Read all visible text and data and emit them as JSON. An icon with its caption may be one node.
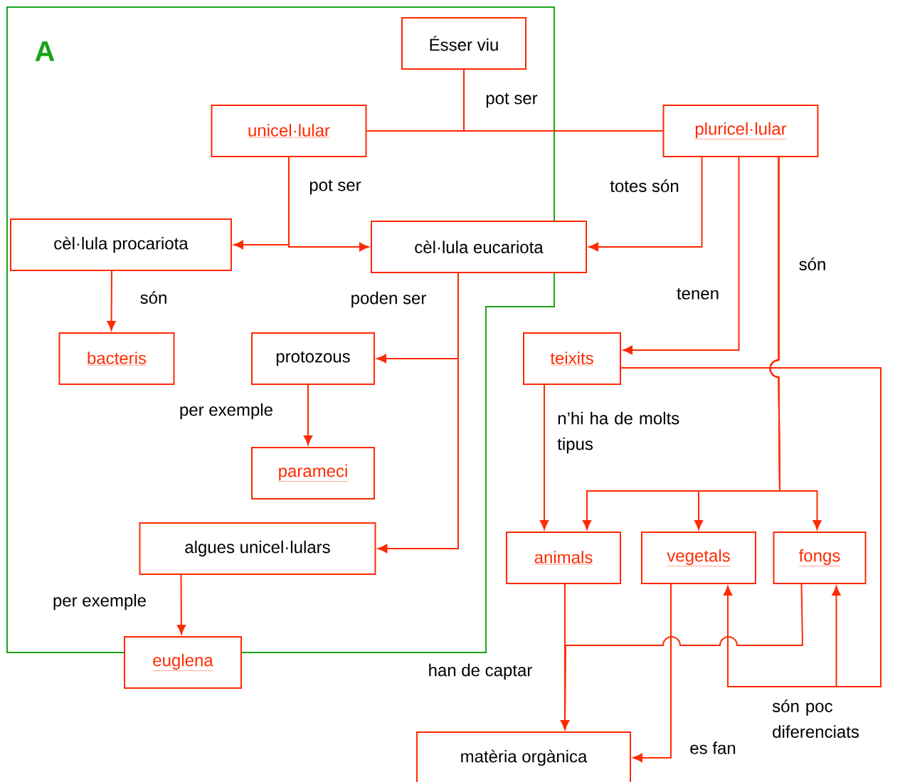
{
  "diagram": {
    "nodes": [
      {
        "text": [
          "Ésser viu"
        ]
      },
      {
        "text": [
          "unicel·lular"
        ]
      },
      {
        "text": [
          "pluricel·lular"
        ]
      },
      {
        "text": [
          "cèl·lula procariota"
        ]
      },
      {
        "text": [
          "cèl·lula eucariota"
        ]
      },
      {
        "text": [
          "bacteris"
        ]
      },
      {
        "text": [
          "protozous"
        ]
      },
      {
        "text": [
          "teixits"
        ]
      },
      {
        "text": [
          "parameci"
        ]
      },
      {
        "text": [
          "algues unicel·lulars"
        ]
      },
      {
        "text": [
          "animals"
        ]
      },
      {
        "text": [
          "vegetals"
        ]
      },
      {
        "text": [
          "fongs"
        ]
      },
      {
        "text": [
          "euglena"
        ]
      },
      {
        "text": [
          "matèria orgànica"
        ]
      }
    ],
    "edges": [
      {
        "from": 0,
        "to": 1,
        "arrow": "none",
        "label": "pot ser"
      },
      {
        "from": 0,
        "to": 2,
        "arrow": "none"
      },
      {
        "from": 1,
        "to": 3,
        "arrow": "to",
        "label": "pot ser"
      },
      {
        "from": 1,
        "to": 4,
        "arrow": "to"
      },
      {
        "from": 2,
        "to": 4,
        "arrow": "to",
        "label": "totes són"
      },
      {
        "from": 2,
        "to": 7,
        "arrow": "to",
        "label": "tenen"
      },
      {
        "from": 2,
        "to": 10,
        "arrow": "to",
        "label": "són"
      },
      {
        "from": 2,
        "to": 11,
        "arrow": "to"
      },
      {
        "from": 2,
        "to": 12,
        "arrow": "to"
      },
      {
        "from": 3,
        "to": 5,
        "arrow": "to",
        "label": "són"
      },
      {
        "from": 4,
        "to": 6,
        "arrow": "to",
        "label": "poden ser"
      },
      {
        "from": 4,
        "to": 9,
        "arrow": "to"
      },
      {
        "from": 6,
        "to": 8,
        "arrow": "to",
        "label": "per exemple"
      },
      {
        "from": 9,
        "to": 13,
        "arrow": "to",
        "label": "per exemple"
      },
      {
        "from": 7,
        "to": 10,
        "arrow": "to",
        "label": "n’hi ha de molts tipus"
      },
      {
        "from": 7,
        "to": 11,
        "arrow": "to",
        "label": "són poc diferenciats"
      },
      {
        "from": 7,
        "to": 12,
        "arrow": "to"
      },
      {
        "from": 10,
        "to": 14,
        "arrow": "to",
        "label": "han de captar"
      },
      {
        "from": 12,
        "to": 14,
        "arrow": "to"
      },
      {
        "from": 11,
        "to": 14,
        "arrow": "to",
        "label": "es fan"
      }
    ],
    "labels": [
      "A"
    ]
  }
}
